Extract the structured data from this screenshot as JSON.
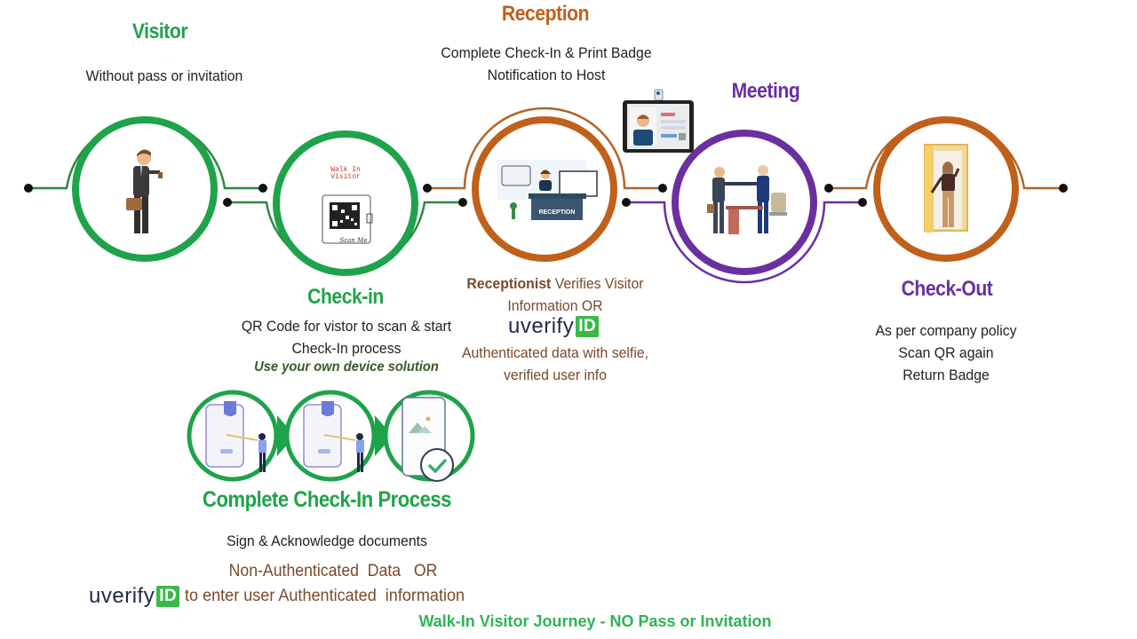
{
  "colors": {
    "green": "#1fa34a",
    "orange": "#c0601b",
    "purple": "#6b2fa0",
    "brown": "#7a4a2a",
    "footer_green": "#2fb457"
  },
  "stages": [
    {
      "id": "visitor",
      "title": "Visitor",
      "lines": [
        "Without pass or invitation"
      ],
      "icon": "visitor-businessman-icon"
    },
    {
      "id": "check-in",
      "title": "Check-in",
      "lines": [
        "QR Code for vistor to scan & start",
        "Check-In process"
      ],
      "note": "Use your own device solution",
      "icon": "qr-code-icon",
      "qr_label": "Walk In Visitor",
      "qr_caption": "Scan Me"
    },
    {
      "id": "reception",
      "title": "Reception",
      "lines": [
        "Complete Check-In & Print Badge",
        "Notification to Host"
      ],
      "icon": "reception-desk-icon",
      "desk_label": "RECEPTION",
      "verify": {
        "bold": "Receptionist",
        "line1_rest": " Verifies Visitor",
        "line2": "Information OR",
        "line3": "Authenticated data with selfie,",
        "line4": "verified user info"
      }
    },
    {
      "id": "meeting",
      "title": "Meeting",
      "icon": "handshake-meeting-icon"
    },
    {
      "id": "check-out",
      "title": "Check-Out",
      "lines": [
        "As per company policy",
        "Scan QR again",
        "Return Badge"
      ],
      "icon": "door-exit-icon"
    }
  ],
  "badge_icon": "visitor-badge-icon",
  "complete_process": {
    "title": "Complete Check-In Process",
    "line1": "Sign & Acknowledge documents",
    "line2": "Non-Authenticated  Data   OR",
    "line3": "to enter user Authenticated  information"
  },
  "brand": {
    "prefix": "uverify",
    "suffix": "ID"
  },
  "footer": "Walk-In Visitor Journey - NO Pass or Invitation"
}
